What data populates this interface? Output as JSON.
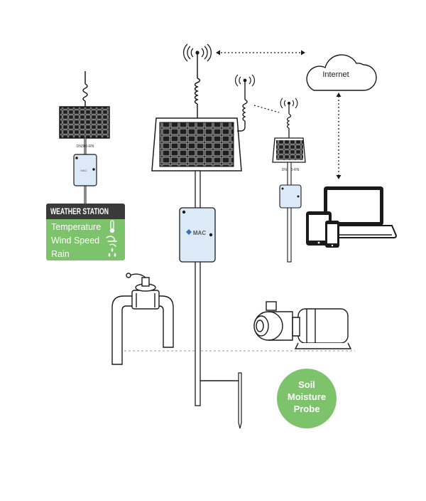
{
  "weather_station": {
    "title": "WEATHER STATION",
    "rows": [
      {
        "label": "Temperature",
        "icon": "thermometer-icon"
      },
      {
        "label": "Wind Speed",
        "icon": "wind-icon"
      },
      {
        "label": "Rain",
        "icon": "rain-drops-icon"
      }
    ]
  },
  "repeater_labels": {
    "left": "DN300-RN",
    "right": "DN200-RN"
  },
  "controller_brand": "MAC",
  "cloud_label": "Internet",
  "soil_probe": {
    "line1": "Soil",
    "line2": "Moisture",
    "line3": "Probe"
  },
  "colors": {
    "green": "#7dc36b",
    "panel_dark": "#3a3a3a",
    "enclosure": "#dce9f6",
    "line": "#1a1a1a"
  }
}
